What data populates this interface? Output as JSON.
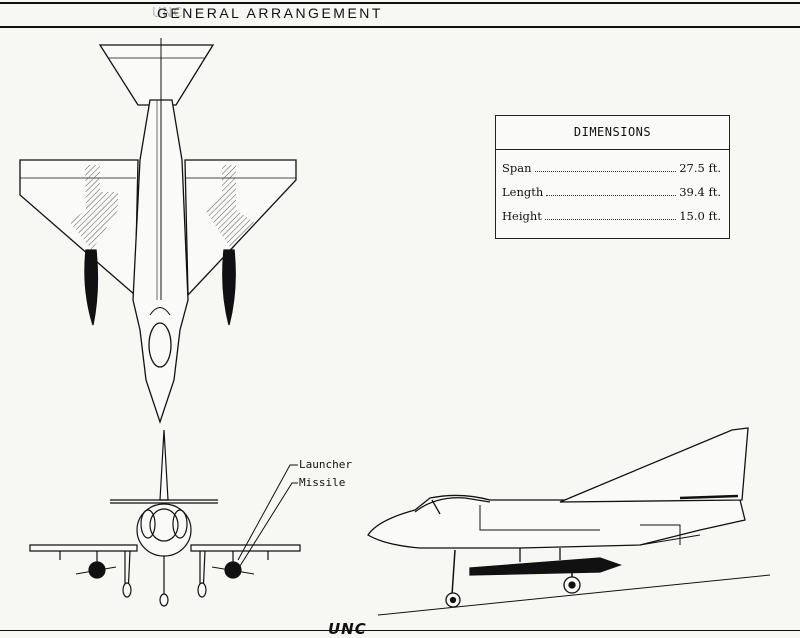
{
  "header": {
    "title": "GENERAL ARRANGEMENT",
    "stamp_text": "UNCLASSIFIED"
  },
  "dimensions": {
    "heading": "DIMENSIONS",
    "rows": [
      {
        "label": "Span",
        "value": "27.5 ft."
      },
      {
        "label": "Length",
        "value": "39.4 ft."
      },
      {
        "label": "Height",
        "value": "15.0 ft."
      }
    ]
  },
  "callouts": {
    "launcher": "Launcher",
    "missile": "Missile"
  },
  "footer": {
    "fragment": "UNC"
  },
  "views": {
    "top_view": "plan-view-aircraft",
    "front_view": "front-view-aircraft",
    "side_view": "side-view-aircraft"
  }
}
